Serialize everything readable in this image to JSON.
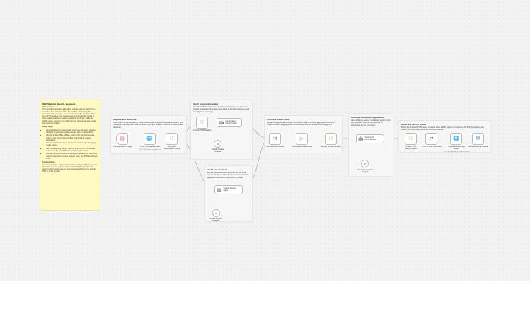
{
  "note": {
    "title": "SEO Website Report - Headless",
    "how_heading": "How it works",
    "how_text": "This workflow generates a headless website security report from a submitted form URL. It fetches the site through ScrapingBee, normalizes the response, runs separate AI audits on page content and HTTP headers, then merges and summarizes the results. It uses Claude agents to create remediation guidance, builds an HTML report, converts it to a PDF through Gotenberg, and emails the result via Outlook.",
    "setup_heading": "Setup steps",
    "setup_items": [
      "Configure the form trigger fields to capture the target website URL and any recipient details needed later in the workflow.",
      "Add the ScrapingBee API key and confirm the fetch request points to the correct ScrapingBee endpoint and request parameters.",
      "Connect Anthropic Claude credentials to all AI agent language model nodes.",
      "Set the Gotenberg service URL in the HTML to PDF request and ensure the output file is returned as binary data.",
      "Connect Microsoft Outlook credentials and verify the mail node uses the intended recipient, subject, body, and PDF attachment fields."
    ],
    "custom_heading": "Customization",
    "custom_text": "You can adjust the audit prompts in the security, configuration, and remediation agents, change the branded HTML template in the report building code node, or swap Gotenberg/Outlook for another PDF or email provider."
  },
  "sections": {
    "capture": {
      "title": "Capture and fetch site",
      "desc": "Starts from the submitted form, retrieves the target website through ScrapingBee, and normalizes the response into a consistent body and headers structure for downstream branches."
    },
    "headers": {
      "title": "Audit response headers",
      "desc": "Extracts HTTP headers into a readable format and sends them to a Claude-powered configuration audit agent to identify missing or weak security header settings."
    },
    "content": {
      "title": "Audit page content",
      "desc": "Runs a separate Claude-powered security audit agent over the normalized website content to find application-level and content security issues."
    },
    "combine": {
      "title": "Combine audit results",
      "desc": "Merges findings from the header and content audit branches, aggregates them into a single collection, and generates the combined data into a structured findings set."
    },
    "remediation": {
      "title": "Generate remediation guidance",
      "desc": "Uses a Claude-backed remediation agent to turn the processed findings into practical fix instructions for the final report."
    },
    "deliver": {
      "title": "Build and deliver report",
      "desc": "Builds the branded HTML report, converts it into a PDF, posts it to Gotenberg for PDF generation, and emails the finished report through Microsoft Outlook."
    }
  },
  "nodes": {
    "form_trigger": {
      "label": "Form Submission Trigger",
      "icon": "▤"
    },
    "fetch": {
      "label": "Fetch ScrapingBee Data",
      "icon": "🌐",
      "hint": "POST: https://app.scrapingbee.com"
    },
    "normalize": {
      "label": "Normalize ScrapingBee Output",
      "icon": "{ }"
    },
    "format_headers": {
      "label": "Format HTTP Headers",
      "icon": "{ }"
    },
    "config_agent": {
      "label": "Configuration Checker Agent",
      "icon": "🤖"
    },
    "config_model": {
      "label": "Claude Header Analysis",
      "icon": "AI"
    },
    "security_agent": {
      "label": "Security Review Agent",
      "icon": "🤖"
    },
    "content_model": {
      "label": "Claude Content Analysis",
      "icon": "AI"
    },
    "combine": {
      "label": "Combine Audit Results",
      "icon": "⇉"
    },
    "summarize": {
      "label": "Summarize Audit Results",
      "icon": "▷"
    },
    "extract": {
      "label": "Extract Security Findings",
      "icon": "{ }"
    },
    "remediation_agent": {
      "label": "Creating Fix Recommender",
      "icon": "🤖"
    },
    "remediation_model": {
      "label": "Claude Remediation Analysis",
      "icon": "AI"
    },
    "create_report": {
      "label": "Create HTML Security Report",
      "icon": "{ }"
    },
    "html_pdf": {
      "label": "HTML to PDF Conversion",
      "icon": "⇄"
    },
    "submit_gotenberg": {
      "label": "Submit to Gotenberg Service",
      "icon": "🌐",
      "hint": "POST: http://gotenberg.../forms/chromium"
    },
    "send_outlook": {
      "label": "Send Report via Outlook",
      "icon": "✉"
    }
  },
  "colors": {
    "canvas": "#f2f2f2",
    "note": "#fff9c4",
    "trigger": "#ff6d5a",
    "http": "#3f51b5",
    "code": "#ff9800",
    "outlook": "#0078d4"
  }
}
